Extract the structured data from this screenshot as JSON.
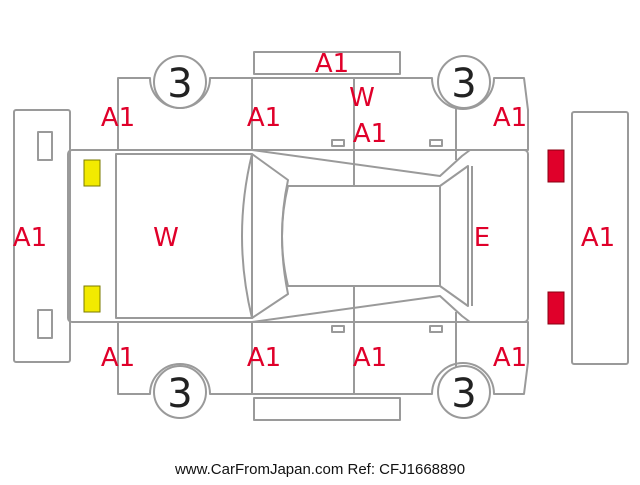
{
  "colors": {
    "outline": "#9a9a9a",
    "damage_text": "#e0002a",
    "front_lamp": "#f2ea00",
    "rear_lamp": "#e0002a",
    "tire_text": "#222222"
  },
  "tire_marks": {
    "front_left": "3",
    "front_right": "3",
    "rear_left": "3",
    "rear_right": "3"
  },
  "damage_marks": {
    "roof_top": "A1",
    "left_front_quarter": "A1",
    "left_front_door": "A1",
    "left_rear_door_w": "W",
    "left_rear_door_a1": "A1",
    "left_rear_quarter": "A1",
    "front_bumper": "A1",
    "windshield": "W",
    "rear_glass": "E",
    "rear_bumper": "A1",
    "right_front_quarter": "A1",
    "right_front_door": "A1",
    "right_rear_door": "A1",
    "right_rear_quarter": "A1"
  },
  "footer": {
    "credit": "www.CarFromJapan.com Ref: CFJ1668890"
  }
}
